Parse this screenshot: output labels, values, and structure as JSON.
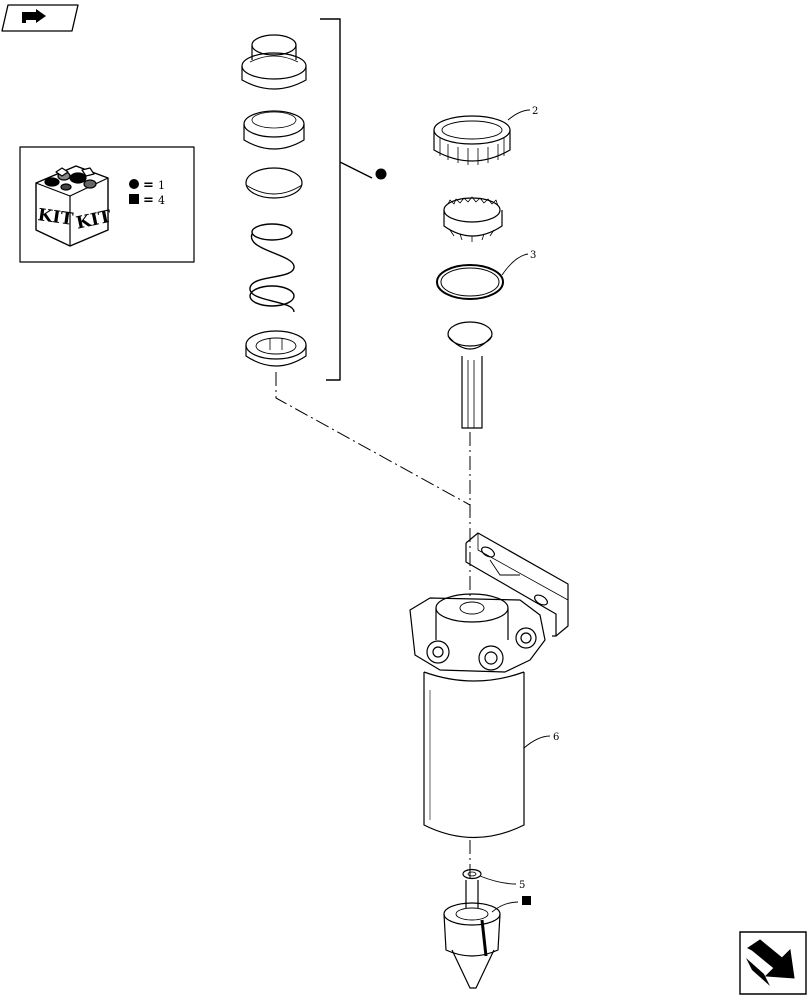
{
  "kit_legend": {
    "circle_qty": "1",
    "square_qty": "4",
    "box_label_front": "KIT",
    "box_label_side": "KIT",
    "equals": "="
  },
  "callouts": {
    "part_2": "2",
    "part_3": "3",
    "part_5": "5",
    "part_6": "6"
  },
  "icons": {
    "top_left": "page-navigation-arrow-icon",
    "bottom_right": "next-page-arrow-icon"
  }
}
